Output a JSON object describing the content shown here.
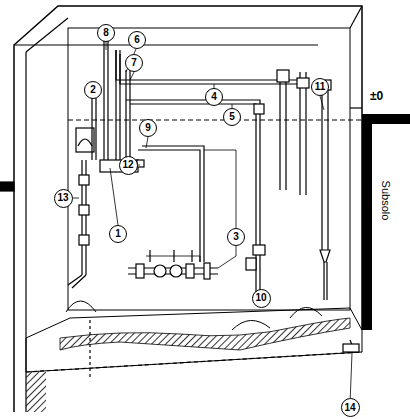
{
  "diagram": {
    "nodes": [
      {
        "text": [
          "8"
        ]
      },
      {
        "text": [
          "6"
        ]
      },
      {
        "text": [
          "7"
        ]
      },
      {
        "text": [
          "4"
        ]
      },
      {
        "text": [
          "2"
        ]
      },
      {
        "text": [
          "11"
        ]
      },
      {
        "text": [
          "5"
        ]
      },
      {
        "text": [
          "9"
        ]
      },
      {
        "text": [
          "12"
        ]
      },
      {
        "text": [
          "13"
        ]
      },
      {
        "text": [
          "1"
        ]
      },
      {
        "text": [
          "3"
        ]
      },
      {
        "text": [
          "10"
        ]
      },
      {
        "text": [
          "14"
        ]
      }
    ],
    "edges": [],
    "labels": [
      "±0",
      "Subsolo"
    ]
  }
}
